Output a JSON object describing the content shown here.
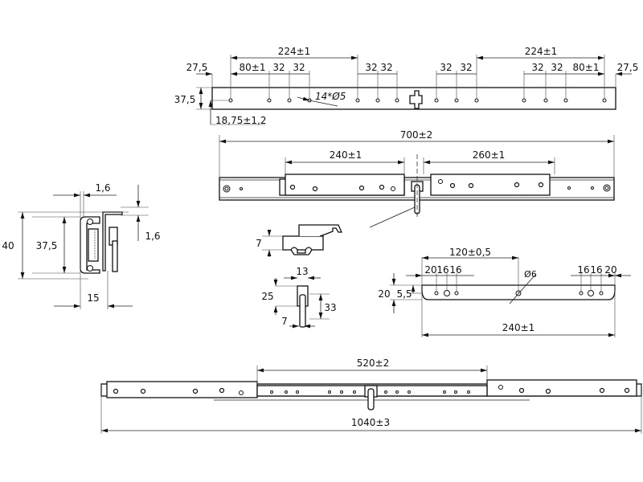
{
  "drawing": {
    "top_view": {
      "dims": {
        "total_224_left": "224±1",
        "total_224_right": "224±1",
        "edge_left": "27,5",
        "edge_right": "27,5",
        "pitch_80_left": "80±1",
        "pitch_80_right": "80±1",
        "p32_a": "32",
        "p32_b": "32",
        "p32_c": "32",
        "p32_d": "32",
        "p32_e": "32",
        "p32_f": "32",
        "p32_g": "32",
        "p32_h": "32",
        "height": "37,5",
        "hole_height": "18,75±1,2",
        "holes_note": "14*Ø5"
      }
    },
    "side_view_closed": {
      "dims": {
        "overall": "700±2",
        "left_member": "240±1",
        "right_member": "260±1"
      }
    },
    "cross_section": {
      "dims": {
        "thickness_top": "1,6",
        "thickness_side": "1,6",
        "height_total": "40",
        "height_rail": "37,5",
        "width": "15"
      }
    },
    "lock_detail": {
      "dims": {
        "lever_height": "7",
        "width": "13",
        "body_height": "25",
        "pin_height": "33",
        "pin_width": "7"
      }
    },
    "bracket_detail": {
      "dims": {
        "center": "120±0,5",
        "hole_diameter": "Ø6",
        "left_spacing": [
          "20",
          "16",
          "16"
        ],
        "right_spacing": [
          "16",
          "16",
          "20"
        ],
        "height": "20",
        "hole_offset": "5,5",
        "length": "240±1"
      }
    },
    "side_view_extended": {
      "dims": {
        "stroke": "520±2",
        "overall": "1040±3"
      }
    }
  }
}
